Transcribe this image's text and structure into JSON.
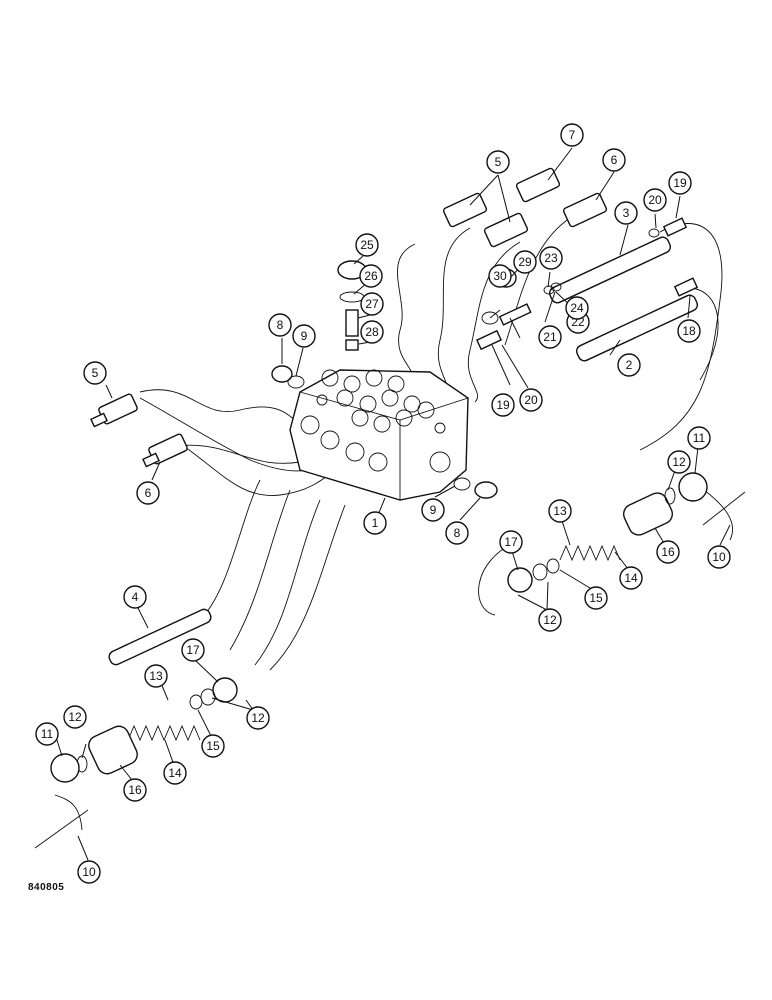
{
  "figure_code": "840805",
  "callouts": [
    {
      "id": "c1",
      "label": "1"
    },
    {
      "id": "c2",
      "label": "2"
    },
    {
      "id": "c3",
      "label": "3"
    },
    {
      "id": "c4",
      "label": "4"
    },
    {
      "id": "c5a",
      "label": "5"
    },
    {
      "id": "c5b",
      "label": "5"
    },
    {
      "id": "c6a",
      "label": "6"
    },
    {
      "id": "c6b",
      "label": "6"
    },
    {
      "id": "c7",
      "label": "7"
    },
    {
      "id": "c8a",
      "label": "8"
    },
    {
      "id": "c8b",
      "label": "8"
    },
    {
      "id": "c9a",
      "label": "9"
    },
    {
      "id": "c9b",
      "label": "9"
    },
    {
      "id": "c10a",
      "label": "10"
    },
    {
      "id": "c10b",
      "label": "10"
    },
    {
      "id": "c11a",
      "label": "11"
    },
    {
      "id": "c11b",
      "label": "11"
    },
    {
      "id": "c12a",
      "label": "12"
    },
    {
      "id": "c12b",
      "label": "12"
    },
    {
      "id": "c12c",
      "label": "12"
    },
    {
      "id": "c12d",
      "label": "12"
    },
    {
      "id": "c13a",
      "label": "13"
    },
    {
      "id": "c13b",
      "label": "13"
    },
    {
      "id": "c14a",
      "label": "14"
    },
    {
      "id": "c14b",
      "label": "14"
    },
    {
      "id": "c15a",
      "label": "15"
    },
    {
      "id": "c15b",
      "label": "15"
    },
    {
      "id": "c16a",
      "label": "16"
    },
    {
      "id": "c16b",
      "label": "16"
    },
    {
      "id": "c17a",
      "label": "17"
    },
    {
      "id": "c17b",
      "label": "17"
    },
    {
      "id": "c18",
      "label": "18"
    },
    {
      "id": "c19a",
      "label": "19"
    },
    {
      "id": "c19b",
      "label": "19"
    },
    {
      "id": "c20a",
      "label": "20"
    },
    {
      "id": "c20b",
      "label": "20"
    },
    {
      "id": "c21",
      "label": "21"
    },
    {
      "id": "c22",
      "label": "22"
    },
    {
      "id": "c23",
      "label": "23"
    },
    {
      "id": "c24",
      "label": "24"
    },
    {
      "id": "c25",
      "label": "25"
    },
    {
      "id": "c26",
      "label": "26"
    },
    {
      "id": "c27",
      "label": "27"
    },
    {
      "id": "c28",
      "label": "28"
    },
    {
      "id": "c29",
      "label": "29"
    },
    {
      "id": "c30",
      "label": "30"
    }
  ]
}
